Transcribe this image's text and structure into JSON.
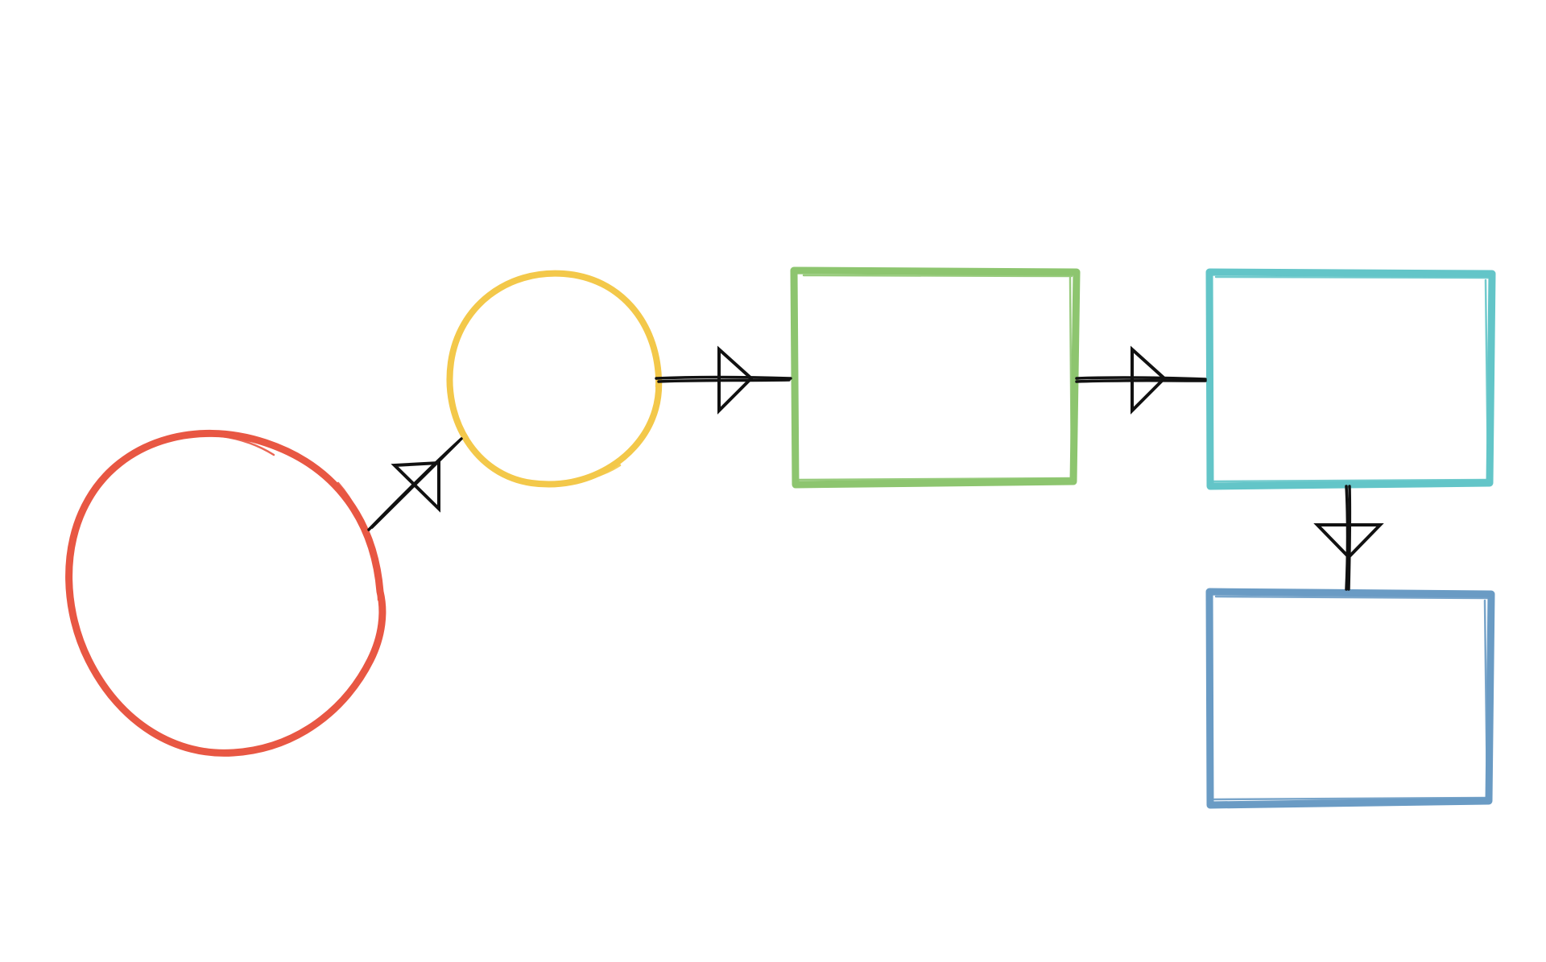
{
  "diagram": {
    "style": "hand-drawn flowchart",
    "colors": {
      "background": "#ffffff",
      "connector": "#111111"
    },
    "nodes": [
      {
        "id": "red-circle",
        "shape": "circle",
        "color": "#e85743",
        "label": ""
      },
      {
        "id": "yellow-circle",
        "shape": "circle",
        "color": "#f3c84a",
        "label": ""
      },
      {
        "id": "green-box",
        "shape": "rectangle",
        "color": "#8dc56f",
        "label": ""
      },
      {
        "id": "teal-box",
        "shape": "rectangle",
        "color": "#63c5c8",
        "label": ""
      },
      {
        "id": "blue-box",
        "shape": "rectangle",
        "color": "#6a9bc4",
        "label": ""
      }
    ],
    "edges": [
      {
        "from": "red-circle",
        "to": "yellow-circle",
        "arrow": "hollow-triangle"
      },
      {
        "from": "yellow-circle",
        "to": "green-box",
        "arrow": "hollow-triangle"
      },
      {
        "from": "green-box",
        "to": "teal-box",
        "arrow": "hollow-triangle"
      },
      {
        "from": "teal-box",
        "to": "blue-box",
        "arrow": "hollow-triangle"
      }
    ]
  }
}
